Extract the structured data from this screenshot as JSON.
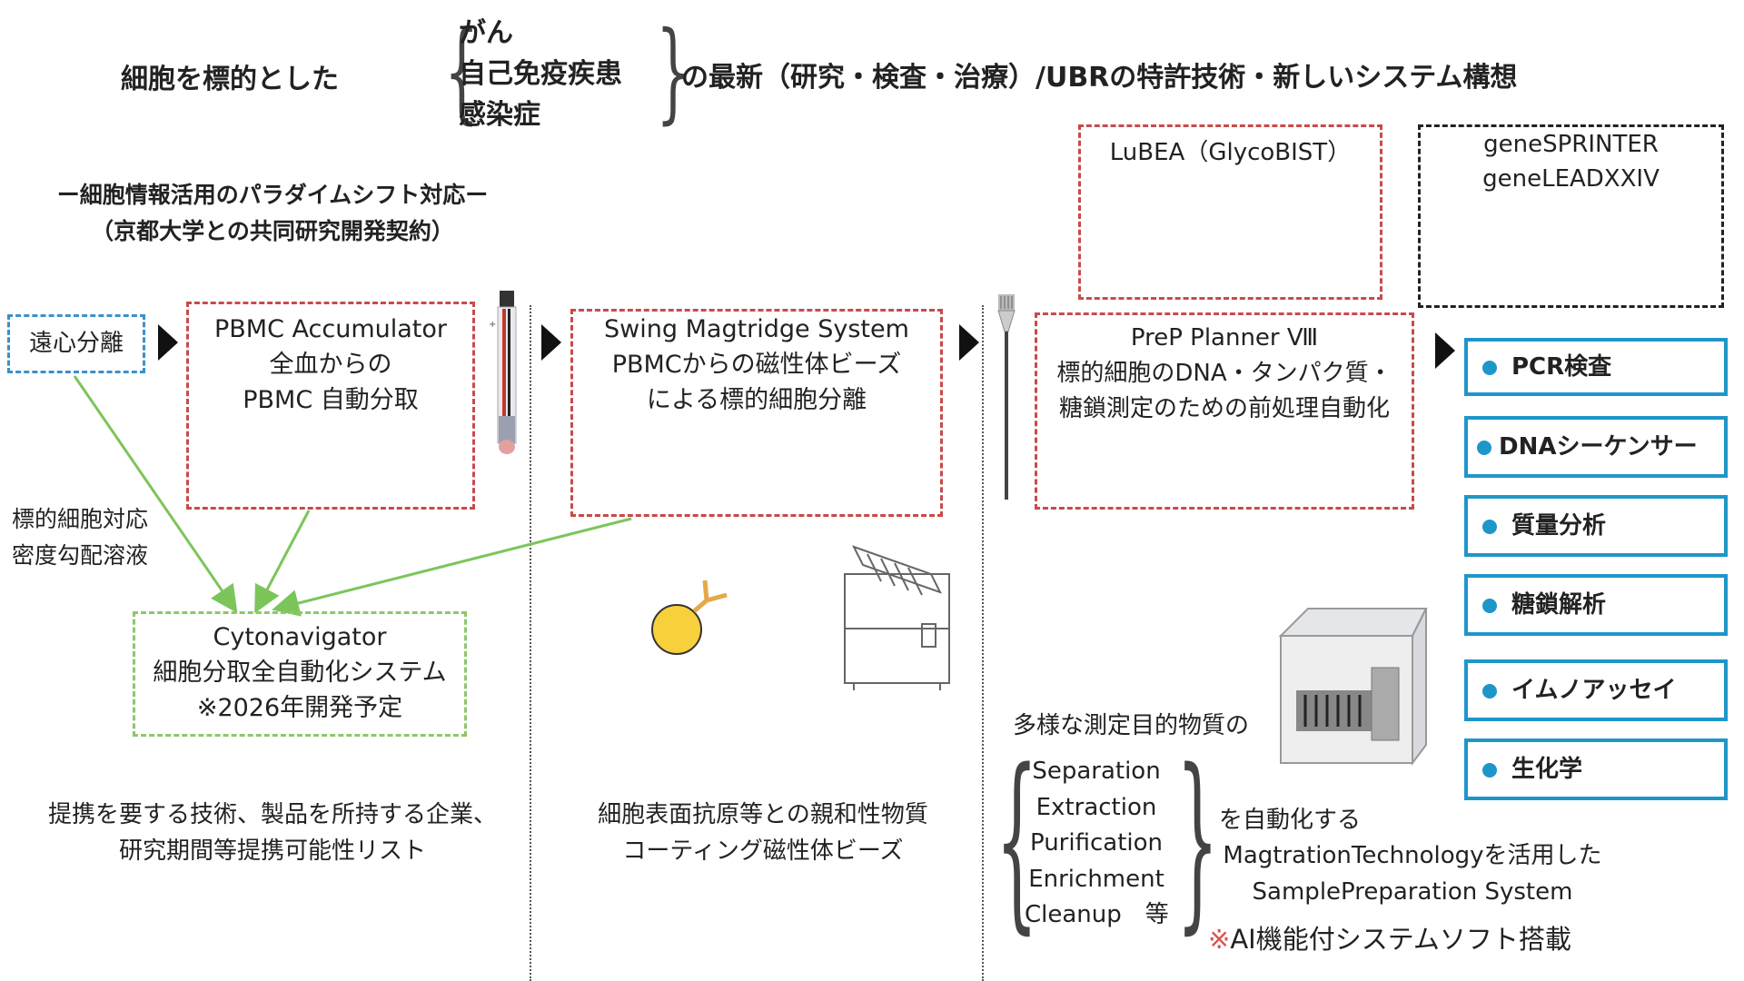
{
  "header": {
    "prefix": "細胞を標的とした",
    "diseases": [
      "がん",
      "自己免疫疾患",
      "感染症"
    ],
    "suffix": "の最新（研究・検査・治療）/UBRの特許技術・新しいシステム構想"
  },
  "subtitle": {
    "line1": "ー細胞情報活用のパラダイムシフト対応ー",
    "line2": "（京都大学との共同研究開発契約）"
  },
  "centrifuge": {
    "label": "遠心分離"
  },
  "pbmc_accumulator": {
    "lines": [
      "PBMC Accumulator",
      "全血からの",
      "PBMC 自動分取"
    ]
  },
  "swing": {
    "lines": [
      "Swing Magtridge System",
      "PBMCからの磁性体ビーズ",
      "による標的細胞分離"
    ]
  },
  "prep": {
    "lines": [
      "PreP Planner Ⅷ",
      "標的細胞のDNA・タンパク質・",
      "糖鎖測定のための前処理自動化"
    ]
  },
  "lubea": {
    "label": "LuBEA（GlycoBIST）"
  },
  "gene": {
    "lines": [
      "geneSPRINTER",
      "geneLEADXXIV"
    ]
  },
  "density": {
    "lines": [
      "標的細胞対応",
      "密度勾配溶液"
    ]
  },
  "cytonavigator": {
    "lines": [
      "Cytonavigator",
      "細胞分取全自動化システム",
      "※2026年開発予定"
    ]
  },
  "footer_left": {
    "lines": [
      "提携を要する技術、製品を所持する企業、",
      "研究期間等提携可能性リスト"
    ]
  },
  "footer_mid": {
    "lines": [
      "細胞表面抗原等との親和性物質",
      "コーティング磁性体ビーズ"
    ]
  },
  "purposes": {
    "intro": "多様な測定目的物質の",
    "items": [
      "Separation",
      "Extraction",
      "Purification",
      "Enrichment",
      "Cleanup　等"
    ],
    "automate": "を自動化する",
    "tech": "MagtrationTechnologyを活用した",
    "system": "SamplePreparation System",
    "ai_mark": "※",
    "ai_text": "AI機能付システムソフト搭載"
  },
  "results": [
    "PCR検査",
    "DNAシーケンサー",
    "質量分析",
    "糖鎖解析",
    "イムノアッセイ",
    "生化学"
  ],
  "icons": {
    "tube": "blood-tube-icon",
    "pipette": "pipette-tip-icon",
    "bead": "magnetic-bead-antibody-icon",
    "machine_small": "swing-magtridge-device-icon",
    "machine_large": "prep-planner-device-icon"
  },
  "colors": {
    "red_dash": "#c94a4a",
    "blue_dash": "#3e8fc7",
    "green_dash": "#8cc86a",
    "result_blue": "#1f96c9",
    "arrow_green": "#7cc55a",
    "ai_red": "#d9534f"
  }
}
